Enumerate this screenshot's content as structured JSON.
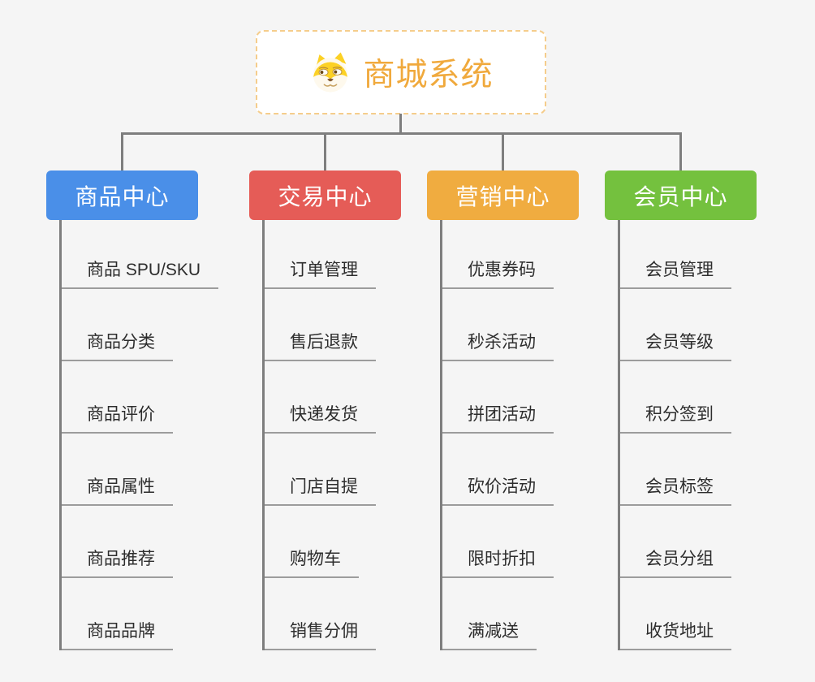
{
  "root": {
    "title": "商城系统",
    "icon": "dog-face-icon"
  },
  "branches": [
    {
      "label": "商品中心",
      "color": "#4A8FE8",
      "items": [
        "商品 SPU/SKU",
        "商品分类",
        "商品评价",
        "商品属性",
        "商品推荐",
        "商品品牌"
      ]
    },
    {
      "label": "交易中心",
      "color": "#E55C57",
      "items": [
        "订单管理",
        "售后退款",
        "快递发货",
        "门店自提",
        "购物车",
        "销售分佣"
      ]
    },
    {
      "label": "营销中心",
      "color": "#F0AC40",
      "items": [
        "优惠券码",
        "秒杀活动",
        "拼团活动",
        "砍价活动",
        "限时折扣",
        "满减送"
      ]
    },
    {
      "label": "会员中心",
      "color": "#74C13E",
      "items": [
        "会员管理",
        "会员等级",
        "积分签到",
        "会员标签",
        "会员分组",
        "收货地址"
      ]
    }
  ],
  "colors": {
    "background": "#F5F5F5",
    "connector": "#7E7E7E",
    "leaf_underline": "#9C9C9C",
    "leaf_text": "#2D2D2D",
    "root_text": "#F0A93C",
    "root_border": "#F5CD8C"
  }
}
